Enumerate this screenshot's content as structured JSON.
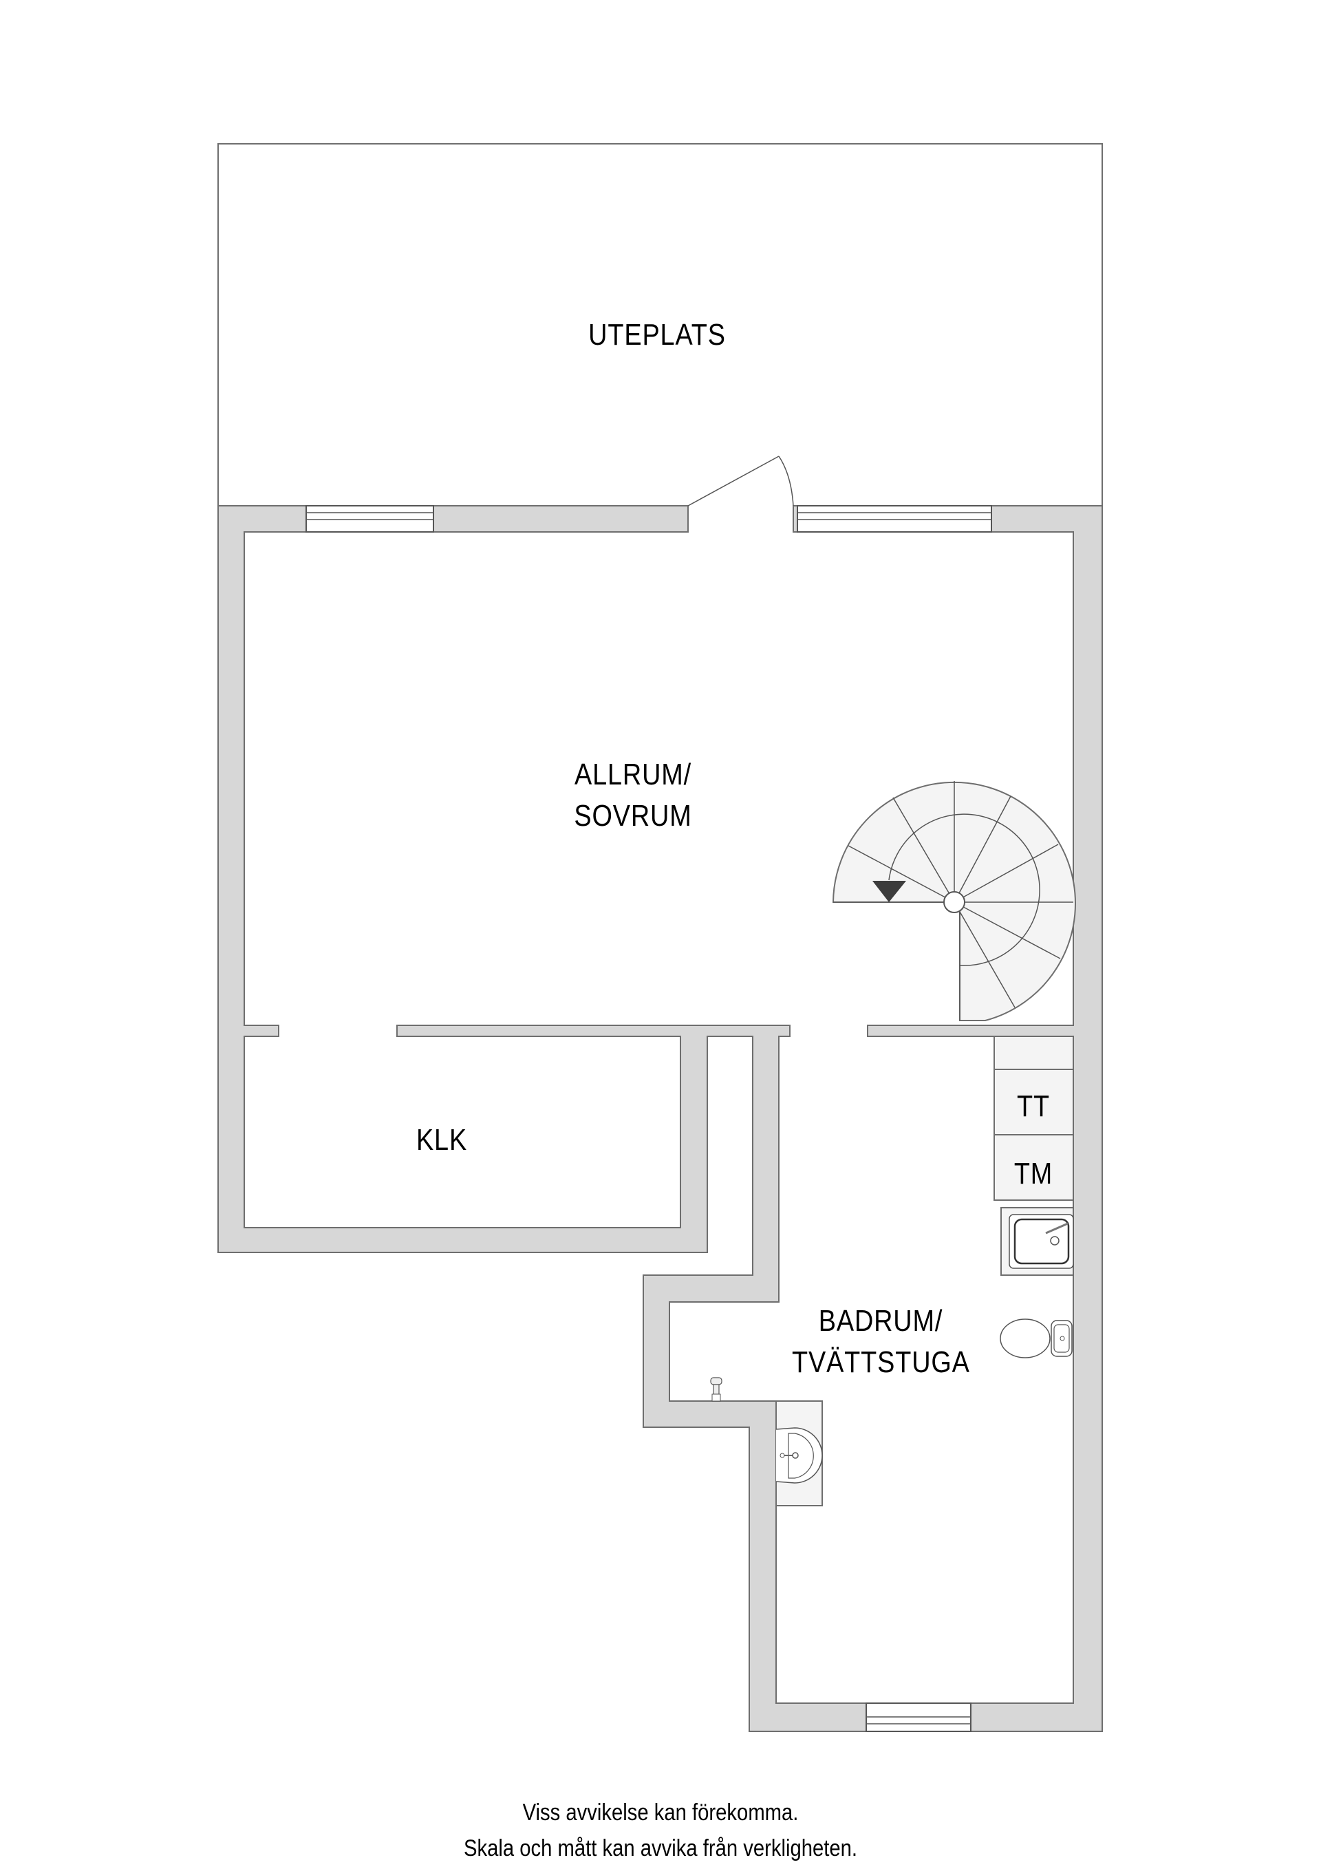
{
  "plan": {
    "rooms": {
      "uteplats": "UTEPLATS",
      "allrum_line1": "ALLRUM/",
      "allrum_line2": "SOVRUM",
      "klk": "KLK",
      "badrum_line1": "BADRUM/",
      "badrum_line2": "TVÄTTSTUGA"
    },
    "appliances": {
      "tumble_dryer": "TT",
      "washing_machine": "TM"
    },
    "icons": [
      "door-swing-icon",
      "window-icon",
      "spiral-stair-icon",
      "stair-direction-arrow-icon",
      "sink-icon",
      "toilet-icon",
      "shower-icon",
      "washbasin-icon"
    ],
    "colors": {
      "wall_fill": "#d7d7d7",
      "wall_stroke": "#6e6e6e",
      "fixture_fill": "#f4f4f4",
      "arrow": "#3c3c3c"
    }
  },
  "footer": {
    "line1": "Viss avvikelse kan förekomma.",
    "line2": "Skala och mått kan avvika från verkligheten."
  }
}
